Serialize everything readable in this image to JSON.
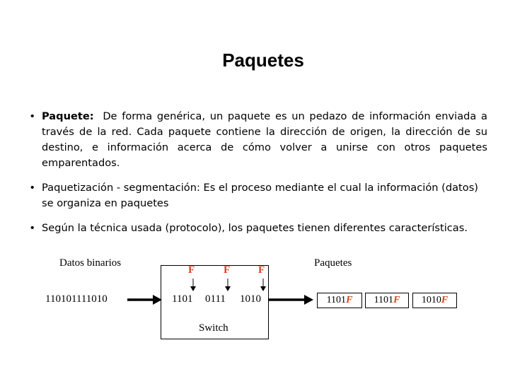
{
  "slide": {
    "title": "Paquetes",
    "bullets": [
      {
        "term": "Paquete:",
        "text": "De forma genérica, un paquete es un pedazo de información enviada a través de la red. Cada paquete contiene la dirección de origen, la dirección de su destino, e información acerca de cómo volver a unirse con otros paquetes emparentados."
      },
      {
        "term": "",
        "text": "Paquetización - segmentación: Es el proceso mediante el cual la información (datos) se organiza en paquetes"
      },
      {
        "term": "",
        "text": "Según la técnica usada (protocolo), los paquetes tienen diferentes características."
      }
    ],
    "bullet_symbol": "•"
  },
  "diagram": {
    "left_label": "Datos binarios",
    "binary": "110101111010",
    "right_label": "Paquetes",
    "switch_label": "Switch",
    "flag": "F",
    "segments": [
      "1101",
      "0111",
      "1010"
    ],
    "packets": [
      {
        "bits": "1101",
        "flag": "F"
      },
      {
        "bits": "1101",
        "flag": "F"
      },
      {
        "bits": "1010",
        "flag": "F"
      }
    ],
    "flag_color": "#d9411e"
  }
}
